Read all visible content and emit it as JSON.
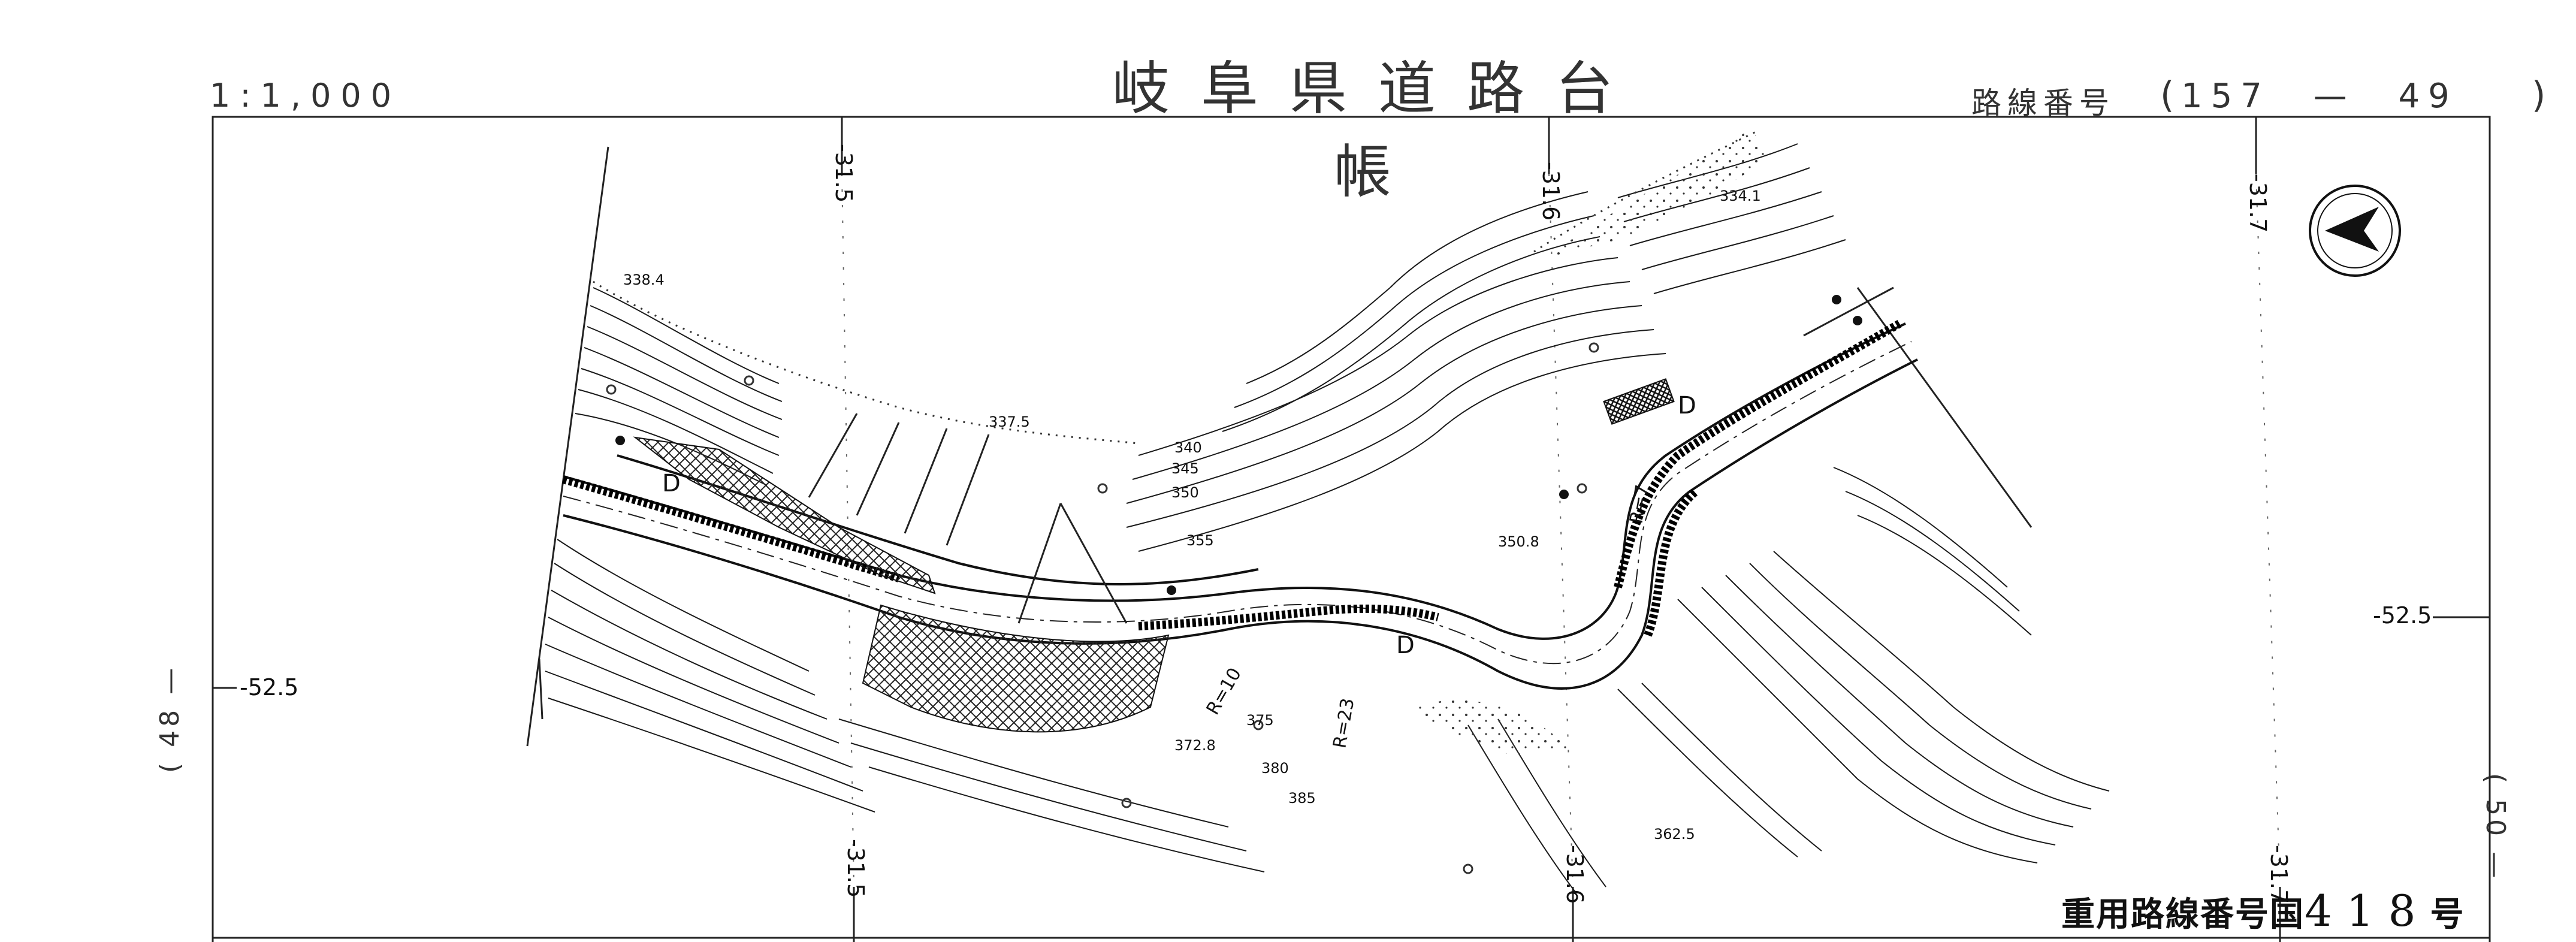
{
  "header": {
    "title": "岐阜県道路台帳",
    "scale": "1:1,000",
    "route_label": "路線番号",
    "route_number_left": "157",
    "route_number_dash": "—",
    "route_number_right": "49",
    "open_paren": "(",
    "close_paren": ")"
  },
  "adjacent_sheets": {
    "left": "( 48 —",
    "right": "( 50 —"
  },
  "grid": {
    "top_labels": [
      "-31.5",
      "-31.6",
      "-31.7"
    ],
    "bottom_labels": [
      "-31.5",
      "-31.6",
      "-31.7"
    ],
    "left_row": "-52.5",
    "right_row": "-52.5"
  },
  "elevations": [
    "338.4",
    "337.5",
    "334.1",
    "340",
    "345",
    "350",
    "355",
    "350.8",
    "372.8",
    "375",
    "380",
    "385",
    "362.5"
  ],
  "road_marks": {
    "curve_radius_1": "R=10",
    "curve_radius_2": "R=23",
    "curve_radius_3": "R=7",
    "bridge_d": "D"
  },
  "footer": {
    "prefix": "重用路線番号国",
    "number": "418",
    "suffix": "号"
  },
  "colors": {
    "ink": "#1a1a1a",
    "paper": "#ffffff"
  }
}
